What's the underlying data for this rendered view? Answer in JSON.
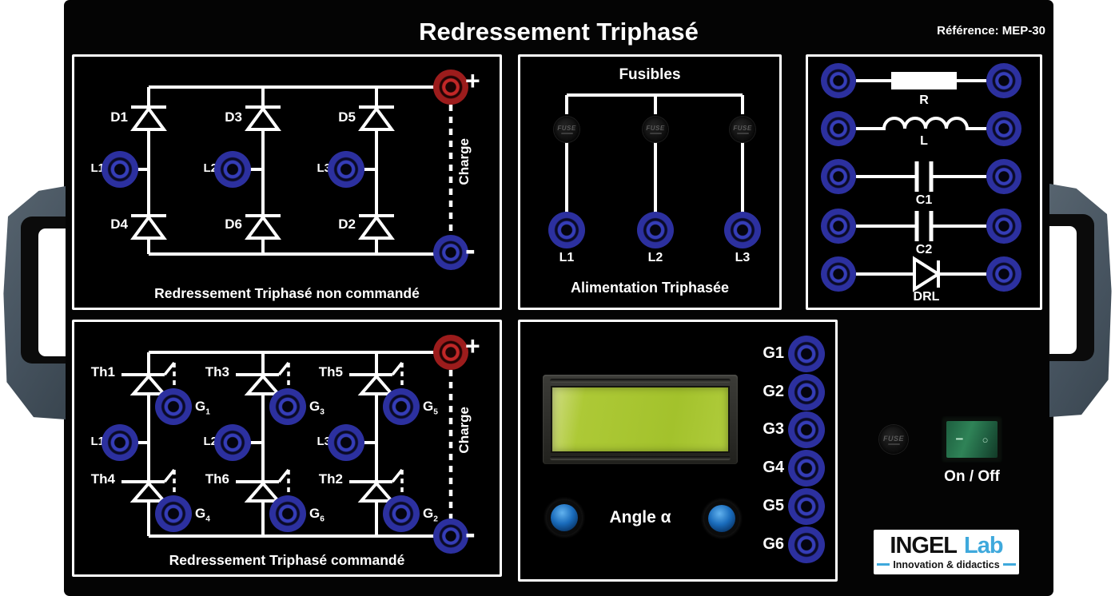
{
  "colors": {
    "panel": "#040404",
    "jack_blue": "#2c309f",
    "jack_red": "#9c1c1c",
    "lcd_green": "#a3c22c",
    "button_blue": "#1a6cbc",
    "switch_green": "#2f8357",
    "logo_blue": "#3fa9dc",
    "handle_grey": "#46535f"
  },
  "header": {
    "title": "Redressement Triphasé",
    "reference": "Référence: MEP-30"
  },
  "bridge_uncontrolled": {
    "caption": "Redressement Triphasé non commandé",
    "devices_top": [
      "D1",
      "D3",
      "D5"
    ],
    "devices_bottom": [
      "D4",
      "D6",
      "D2"
    ],
    "phases": [
      "L1",
      "L2",
      "L3"
    ],
    "plus": "+",
    "minus": "-",
    "charge": "Charge"
  },
  "bridge_controlled": {
    "caption": "Redressement Triphasé  commandé",
    "devices_top": [
      "Th1",
      "Th3",
      "Th5"
    ],
    "devices_bottom": [
      "Th4",
      "Th6",
      "Th2"
    ],
    "gates_top": [
      {
        "g": "G",
        "sub": "1"
      },
      {
        "g": "G",
        "sub": "3"
      },
      {
        "g": "G",
        "sub": "5"
      }
    ],
    "gates_bottom": [
      {
        "g": "G",
        "sub": "4"
      },
      {
        "g": "G",
        "sub": "6"
      },
      {
        "g": "G",
        "sub": "2"
      }
    ],
    "phases": [
      "L1",
      "L2",
      "L3"
    ],
    "plus": "+",
    "minus": "-",
    "charge": "Charge"
  },
  "supply": {
    "title": "Fusibles",
    "fuse_label": "FUSE",
    "phases": [
      "L1",
      "L2",
      "L3"
    ],
    "caption": "Alimentation Triphasée"
  },
  "loads": {
    "labels": [
      "R",
      "L",
      "C1",
      "C2",
      "DRL"
    ]
  },
  "control": {
    "angle_label": "Angle α",
    "gates": [
      "G1",
      "G2",
      "G3",
      "G4",
      "G5",
      "G6"
    ]
  },
  "power": {
    "fuse_label": "FUSE",
    "switch_on": "−",
    "switch_off": "○",
    "on_off_label": "On / Off"
  },
  "logo": {
    "name_black": "INGEL",
    "name_blue": "Lab",
    "tagline": "Innovation & didactics"
  }
}
